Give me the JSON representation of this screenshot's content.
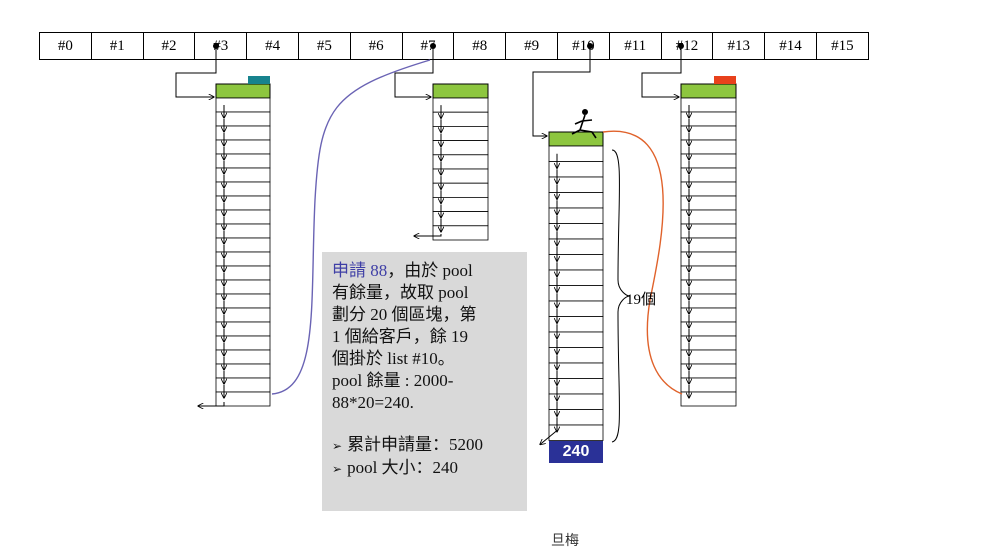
{
  "free_list": {
    "cells": [
      "#0",
      "#1",
      "#2",
      "#3",
      "#4",
      "#5",
      "#6",
      "#7",
      "#8",
      "#9",
      "#10",
      "#11",
      "#12",
      "#13",
      "#14",
      "#15"
    ]
  },
  "info_box": {
    "highlight": "申請 88",
    "line1_rest": "，由於 pool",
    "line2": "有餘量，故取 pool",
    "line3": "劃分 20 個區塊，第",
    "line4": "1 個給客戶，餘 19",
    "line5": "個掛於 list #10。",
    "line6": "pool 餘量 : 2000-",
    "line7": "88*20=240.",
    "bullet_glyph": "➢",
    "bullet1": "累計申請量：5200",
    "bullet2": "pool 大小：240"
  },
  "block_count_label": "19個",
  "pool_size_label": "240",
  "footer_fragment": "旦梅",
  "colors": {
    "block_header": "#8dc63f",
    "teal_marker": "#17838e",
    "red_marker": "#e8411c",
    "pool_badge": "#2a3197",
    "purple_curve": "#6a63b4",
    "orange_curve": "#e0622b",
    "info_box_bg": "#d9d9d9"
  }
}
